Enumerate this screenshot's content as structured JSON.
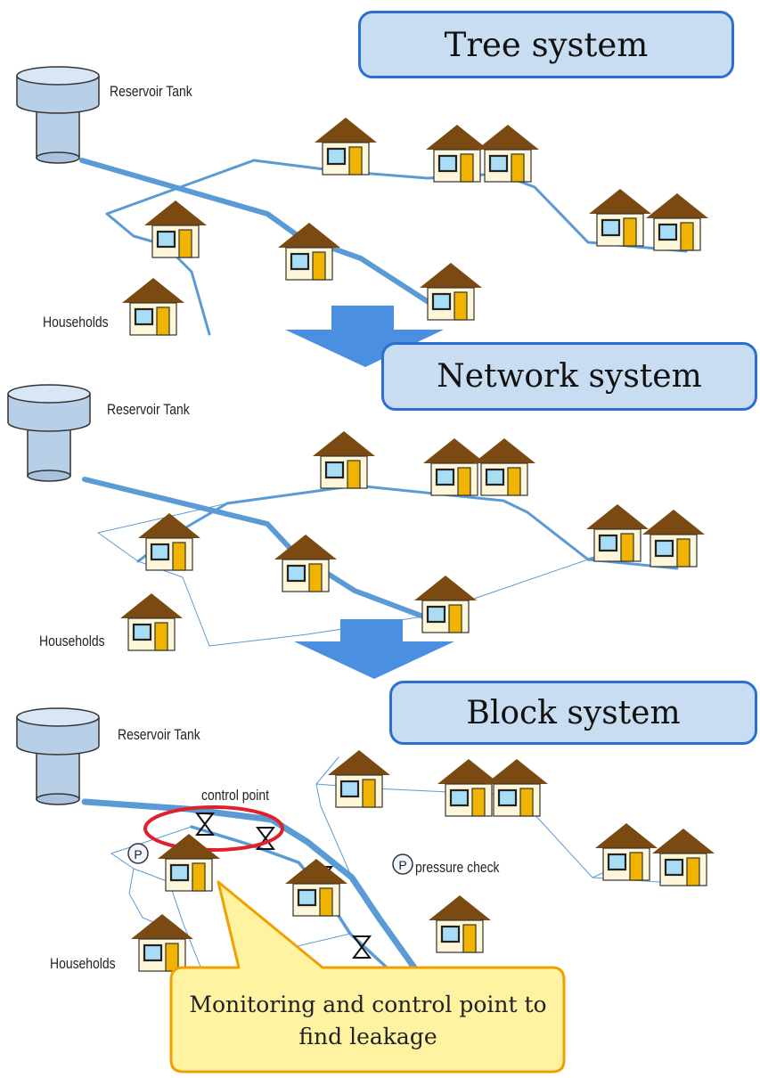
{
  "panels": {
    "tree": {
      "title": "Tree system",
      "reservoir_label": "Reservoir Tank",
      "households_label": "Households"
    },
    "network": {
      "title": "Network system",
      "reservoir_label": "Reservoir Tank",
      "households_label": "Households"
    },
    "block": {
      "title": "Block system",
      "reservoir_label": "Reservoir Tank",
      "households_label": "Households",
      "control_point_label": "control point",
      "pressure_check_label": "pressure check",
      "pressure_symbol": "P"
    }
  },
  "callout": {
    "text": "Monitoring and control point to find leakage"
  },
  "colors": {
    "pipe": "#5b9bd5",
    "arrow": "#4a8fe0",
    "title_fill": "#c8dcf2",
    "title_border": "#2b6fd0",
    "house_roof": "#7a4a12",
    "house_wall": "#fdf6d8",
    "house_door": "#f0b400",
    "window": "#a8ddf5",
    "tank": "#b8cfe8",
    "control_ring": "#e0202a",
    "callout_fill": "#fff2a0",
    "callout_border": "#f0a000"
  }
}
